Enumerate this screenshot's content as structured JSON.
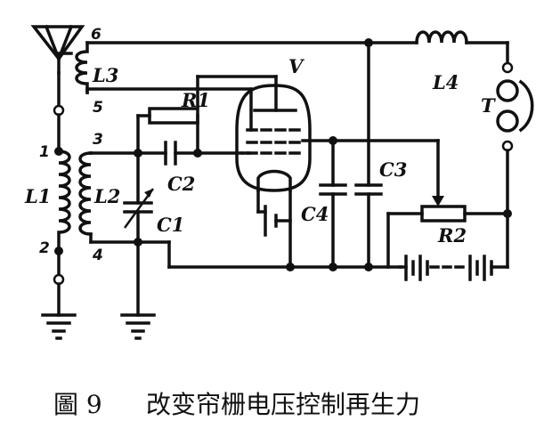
{
  "labels": {
    "L1": "L1",
    "L2": "L2",
    "L3": "L3",
    "L4": "L4",
    "C1": "C1",
    "C2": "C2",
    "C3": "C3",
    "C4": "C4",
    "R1": "R1",
    "R2": "R2",
    "V": "V",
    "T": "T"
  },
  "terminals": {
    "t1": "1",
    "t2": "2",
    "t3": "3",
    "t4": "4",
    "t5": "5",
    "t6": "6"
  },
  "caption": {
    "figure": "圖 9",
    "title": "改变帘栅电压控制再生力"
  }
}
